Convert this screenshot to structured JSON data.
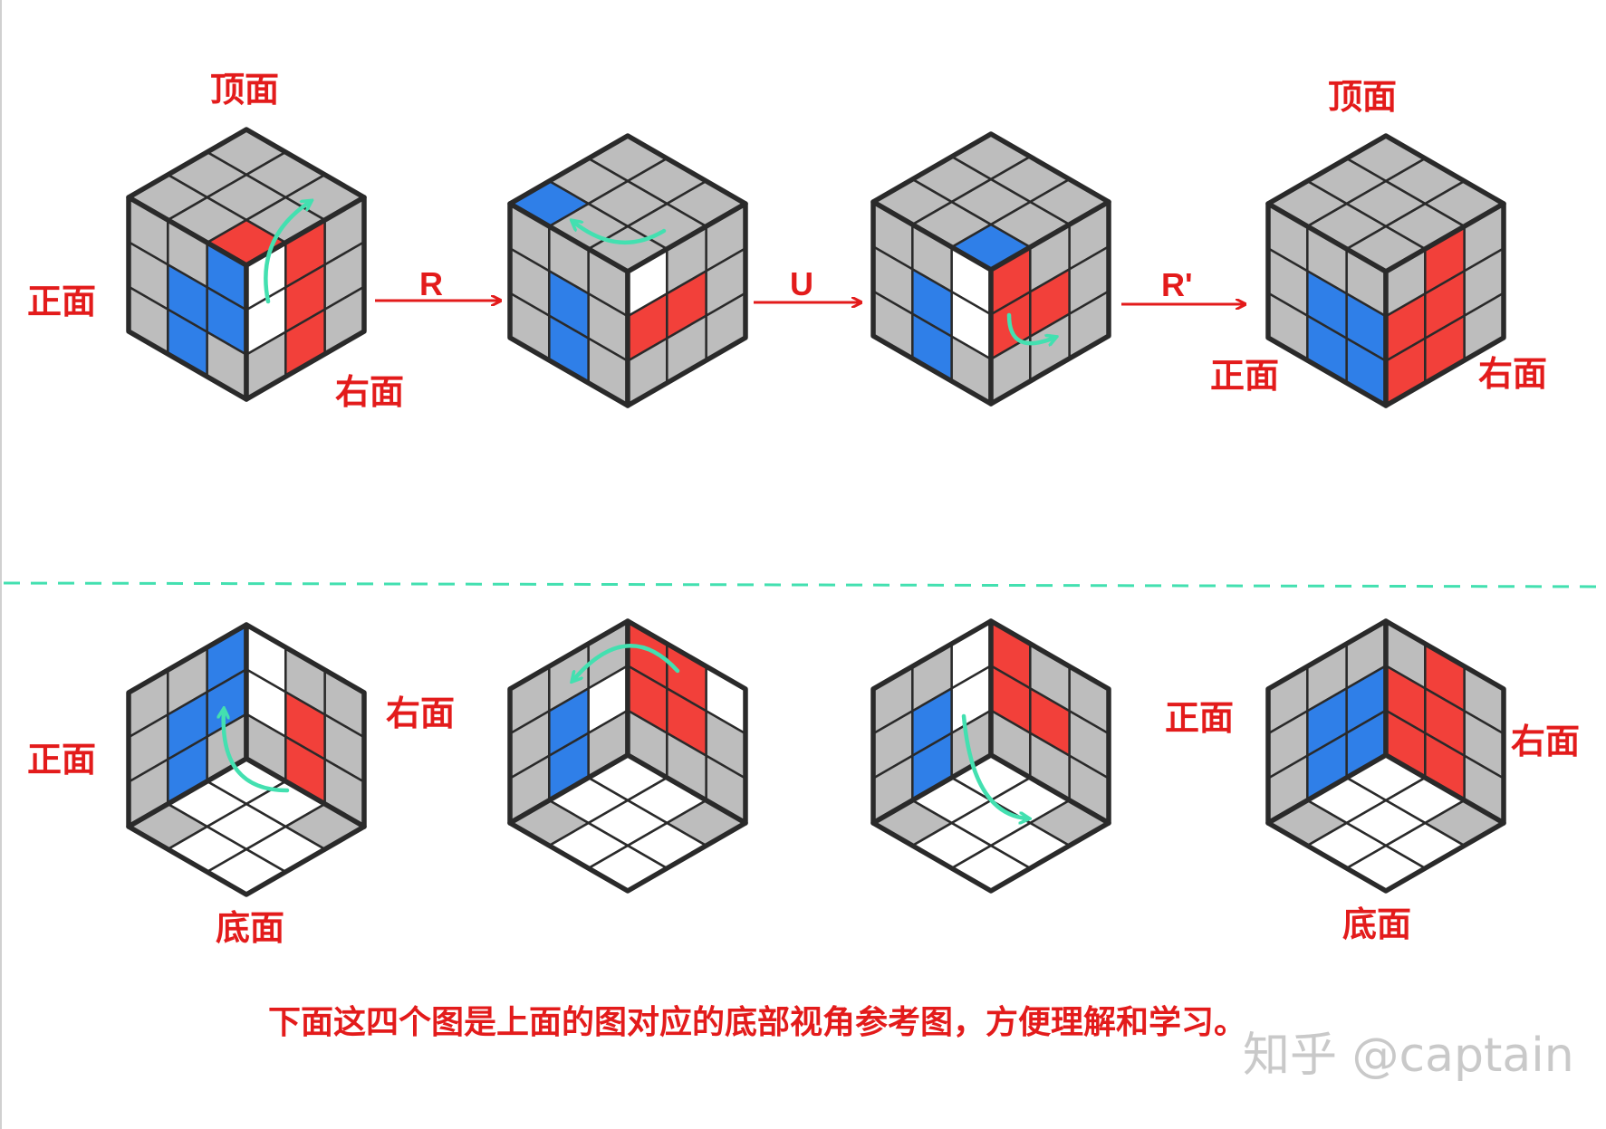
{
  "colors": {
    "label": "#e31b1b",
    "gray": "#bdbdbd",
    "white": "#ffffff",
    "red": "#f2403a",
    "blue": "#2f7fe8",
    "edge": "#2a2a2a",
    "turn_arrow": "#43e0b0",
    "divider": "#43e0b0",
    "watermark": "#c9c9c9"
  },
  "labels": {
    "top_face": "顶面",
    "front_face": "正面",
    "right_face": "右面",
    "bottom_face": "底面"
  },
  "moves": [
    "R",
    "U",
    "R'"
  ],
  "caption": "下面这四个图是上面的图对应的底部视角参考图，方便理解和学习。",
  "watermark": "知乎 @captain",
  "top_row": [
    {
      "top": [
        [
          "g",
          "g",
          "g"
        ],
        [
          "g",
          "g",
          "g"
        ],
        [
          "g",
          "g",
          "r"
        ]
      ],
      "left": [
        [
          "g",
          "g",
          "b"
        ],
        [
          "g",
          "b",
          "b"
        ],
        [
          "g",
          "b",
          "g"
        ]
      ],
      "right": [
        [
          "w",
          "r",
          "g"
        ],
        [
          "w",
          "r",
          "g"
        ],
        [
          "g",
          "r",
          "g"
        ]
      ],
      "turn_arrow": "right-face-up"
    },
    {
      "top": [
        [
          "g",
          "g",
          "b"
        ],
        [
          "g",
          "g",
          "g"
        ],
        [
          "g",
          "g",
          "g"
        ]
      ],
      "left": [
        [
          "g",
          "g",
          "g"
        ],
        [
          "g",
          "b",
          "g"
        ],
        [
          "g",
          "b",
          "g"
        ]
      ],
      "right": [
        [
          "w",
          "g",
          "g"
        ],
        [
          "r",
          "r",
          "g"
        ],
        [
          "g",
          "g",
          "g"
        ]
      ],
      "turn_arrow": "top-face-turn"
    },
    {
      "top": [
        [
          "g",
          "g",
          "g"
        ],
        [
          "g",
          "g",
          "g"
        ],
        [
          "g",
          "g",
          "b"
        ]
      ],
      "left": [
        [
          "g",
          "g",
          "w"
        ],
        [
          "g",
          "b",
          "w"
        ],
        [
          "g",
          "b",
          "g"
        ]
      ],
      "right": [
        [
          "r",
          "g",
          "g"
        ],
        [
          "r",
          "r",
          "g"
        ],
        [
          "g",
          "g",
          "g"
        ]
      ],
      "turn_arrow": "right-face-down"
    },
    {
      "top": [
        [
          "g",
          "g",
          "g"
        ],
        [
          "g",
          "g",
          "g"
        ],
        [
          "g",
          "g",
          "g"
        ]
      ],
      "left": [
        [
          "g",
          "g",
          "g"
        ],
        [
          "g",
          "b",
          "b"
        ],
        [
          "g",
          "b",
          "b"
        ]
      ],
      "right": [
        [
          "g",
          "r",
          "g"
        ],
        [
          "r",
          "r",
          "g"
        ],
        [
          "r",
          "r",
          "g"
        ]
      ],
      "turn_arrow": "none"
    }
  ],
  "bottom_row": [
    {
      "left": [
        [
          "g",
          "g",
          "b"
        ],
        [
          "g",
          "b",
          "b"
        ],
        [
          "g",
          "b",
          "g"
        ]
      ],
      "right": [
        [
          "w",
          "g",
          "g"
        ],
        [
          "w",
          "r",
          "g"
        ],
        [
          "g",
          "r",
          "g"
        ]
      ],
      "bottom": [
        [
          "w",
          "w",
          "g"
        ],
        [
          "w",
          "w",
          "w"
        ],
        [
          "g",
          "w",
          "w"
        ]
      ],
      "turn_arrow": "right-face-up"
    },
    {
      "left": [
        [
          "g",
          "g",
          "g"
        ],
        [
          "g",
          "b",
          "w"
        ],
        [
          "g",
          "b",
          "g"
        ]
      ],
      "right": [
        [
          "r",
          "r",
          "w"
        ],
        [
          "r",
          "r",
          "g"
        ],
        [
          "g",
          "g",
          "g"
        ]
      ],
      "bottom": [
        [
          "w",
          "w",
          "g"
        ],
        [
          "w",
          "w",
          "w"
        ],
        [
          "g",
          "w",
          "w"
        ]
      ],
      "turn_arrow": "top-face-turn"
    },
    {
      "left": [
        [
          "g",
          "g",
          "w"
        ],
        [
          "g",
          "b",
          "w"
        ],
        [
          "g",
          "b",
          "g"
        ]
      ],
      "right": [
        [
          "r",
          "g",
          "g"
        ],
        [
          "r",
          "r",
          "g"
        ],
        [
          "g",
          "g",
          "g"
        ]
      ],
      "bottom": [
        [
          "w",
          "w",
          "g"
        ],
        [
          "w",
          "w",
          "w"
        ],
        [
          "g",
          "w",
          "w"
        ]
      ],
      "turn_arrow": "right-face-down"
    },
    {
      "left": [
        [
          "g",
          "g",
          "g"
        ],
        [
          "g",
          "b",
          "b"
        ],
        [
          "g",
          "b",
          "b"
        ]
      ],
      "right": [
        [
          "g",
          "r",
          "g"
        ],
        [
          "r",
          "r",
          "g"
        ],
        [
          "r",
          "r",
          "g"
        ]
      ],
      "bottom": [
        [
          "w",
          "w",
          "g"
        ],
        [
          "w",
          "w",
          "w"
        ],
        [
          "g",
          "w",
          "w"
        ]
      ],
      "turn_arrow": "none"
    }
  ]
}
